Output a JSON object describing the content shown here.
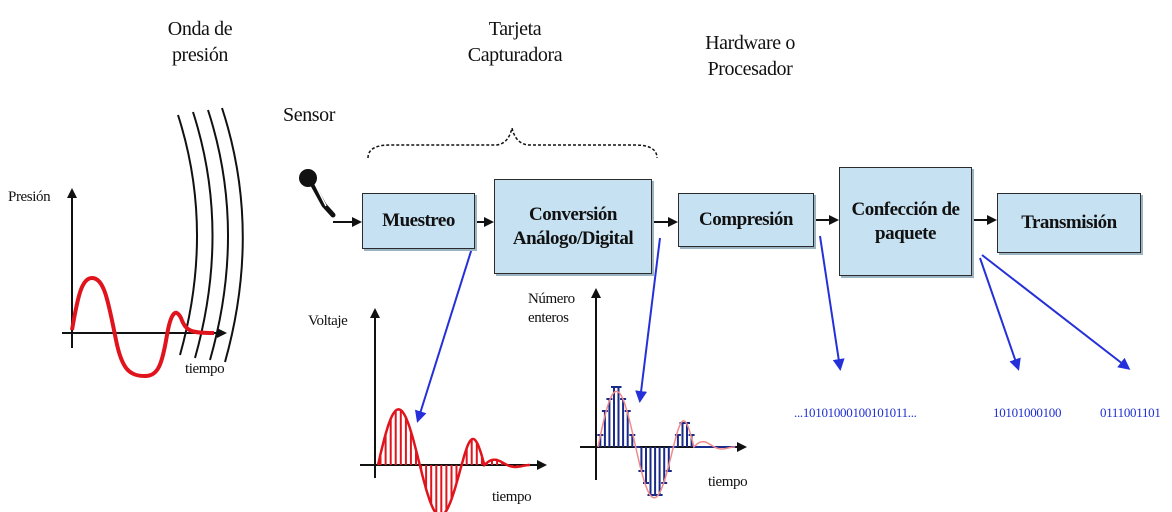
{
  "labels": {
    "pressure_wave": "Onda de presión",
    "capture_card": "Tarjeta Capturadora",
    "hardware": "Hardware o Procesador",
    "sensor": "Sensor",
    "pressure_axis": "Presión",
    "time_axis_1": "tiempo",
    "voltage_axis": "Voltaje",
    "time_axis_2": "tiempo",
    "integers_axis": "Número enteros",
    "time_axis_3": "tiempo"
  },
  "boxes": {
    "sampling": "Muestreo",
    "adc": "Conversión Análogo/Digital",
    "compression": "Compresión",
    "packet": "Confección de paquete",
    "transmission": "Transmisión"
  },
  "bits": {
    "stream": "...10101000100101011...",
    "packet_a": "10101000100",
    "packet_b": "0111001101"
  },
  "colors": {
    "box_fill": "#c6e1f2",
    "signal": "#e0141c",
    "blue_arrow": "#2630d8",
    "quantized": "#1a2a8a"
  }
}
